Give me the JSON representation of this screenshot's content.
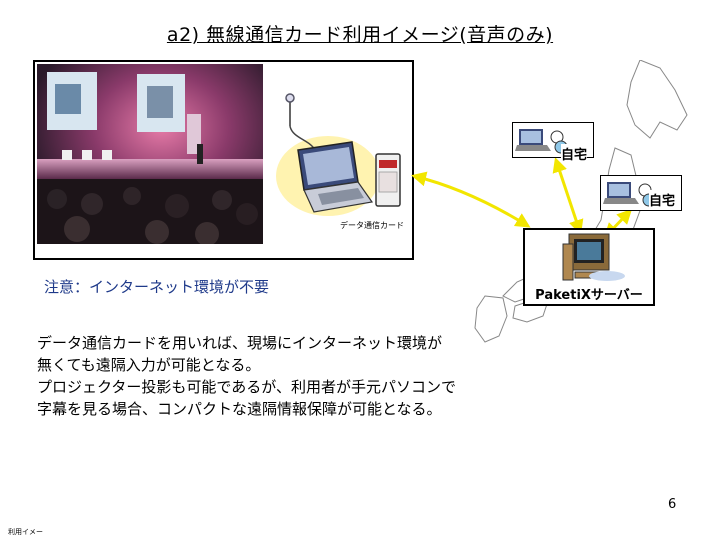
{
  "slide": {
    "title": "a2) 無線通信カード利用イメージ(音声のみ)",
    "card_caption": "データ通信カード",
    "notice": "注意：インターネット環境が不要",
    "body_lines": [
      "データ通信カードを用いれば、現場にインターネット環境が",
      "無くても遠隔入力が可能となる。",
      "プロジェクター投影も可能であるが、利用者が手元パソコンで",
      "字幕を見る場合、コンパクトな遠隔情報保障が可能となる。"
    ],
    "server_label": "PaketiXサーバー",
    "home1_label": "自宅",
    "home2_label": "自宅",
    "page_number": "6",
    "footer_tag": "利用イメー"
  },
  "colors": {
    "arrow": "#f2e600",
    "notice_text": "#1f3a8a",
    "laptop_glow": "#fff3b0",
    "map_fill": "#ffffff",
    "map_stroke": "#888888"
  }
}
